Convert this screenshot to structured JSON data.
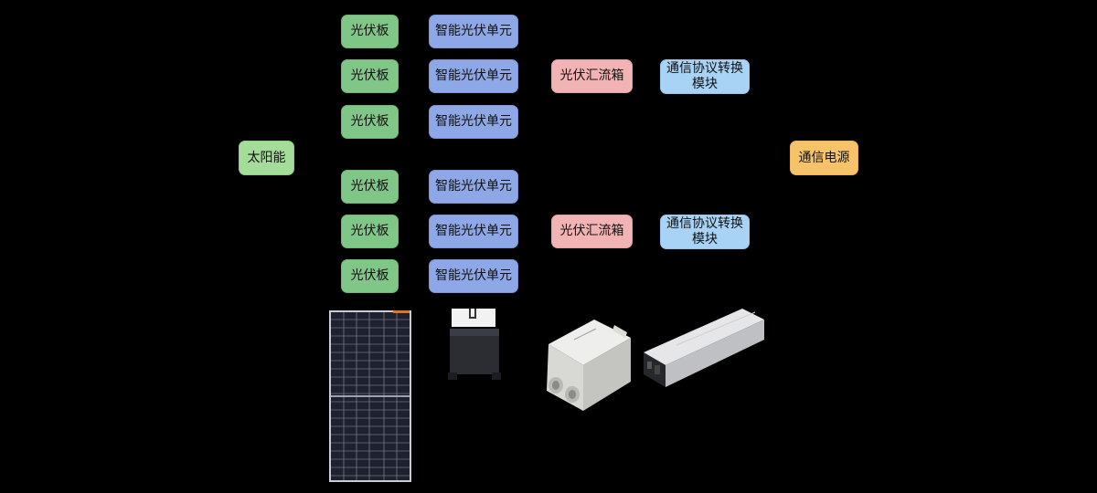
{
  "diagram": {
    "source": {
      "label": "太阳能"
    },
    "groups": [
      {
        "rows": [
          {
            "panel": "光伏板",
            "unit": "智能光伏单元"
          },
          {
            "panel": "光伏板",
            "unit": "智能光伏单元"
          },
          {
            "panel": "光伏板",
            "unit": "智能光伏单元"
          }
        ],
        "combiner": "光伏汇流箱",
        "converter": "通信协议转换\n模块"
      },
      {
        "rows": [
          {
            "panel": "光伏板",
            "unit": "智能光伏单元"
          },
          {
            "panel": "光伏板",
            "unit": "智能光伏单元"
          },
          {
            "panel": "光伏板",
            "unit": "智能光伏单元"
          }
        ],
        "combiner": "光伏汇流箱",
        "converter": "通信协议转换\n模块"
      }
    ],
    "sink": {
      "label": "通信电源"
    }
  },
  "photos": {
    "solar_panel": "solar-panel-photo",
    "optimizer": "optimizer-photo",
    "combiner_box": "combiner-box-photo",
    "power_module": "power-module-photo"
  }
}
